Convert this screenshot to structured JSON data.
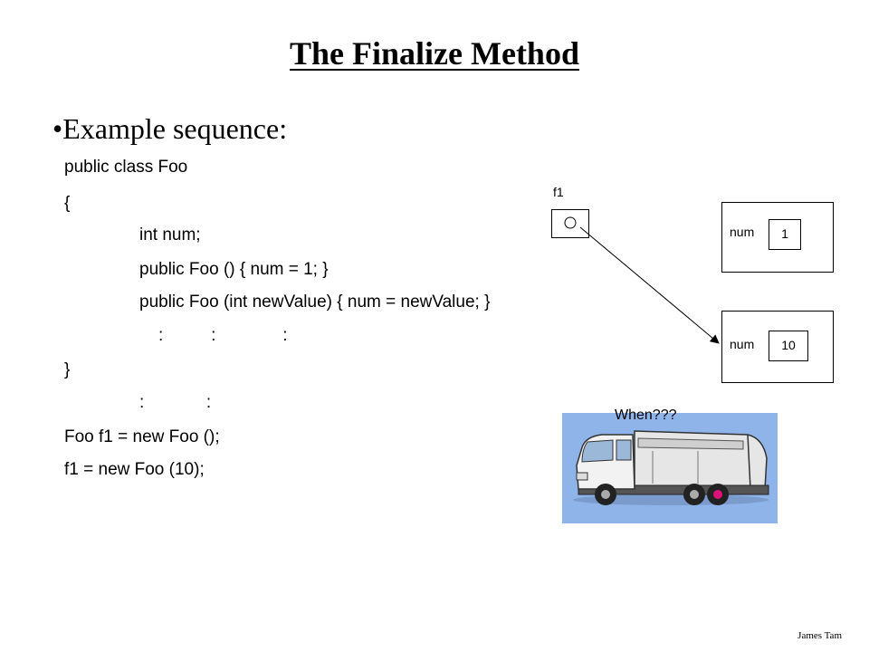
{
  "slide": {
    "title": "The Finalize Method",
    "bullet": "Example sequence:",
    "bullet_marker": "•",
    "code": [
      "public class Foo",
      "{",
      "int num;",
      "public Foo () { num = 1; }",
      "public Foo (int newValue) { num = newValue; }",
      ":          :              :",
      "}",
      ":             :",
      "Foo f1 = new Foo ();",
      "f1 = new Foo (10);"
    ],
    "footer": "James Tam"
  },
  "diagram": {
    "reference_label": "f1",
    "objects": [
      {
        "field": "num",
        "value": "1"
      },
      {
        "field": "num",
        "value": "10"
      }
    ],
    "question": "When???",
    "truck_icon": "garbage-truck-icon",
    "panel_color": "#8fb4ea",
    "wheel_accent_color": "#e0107a"
  }
}
